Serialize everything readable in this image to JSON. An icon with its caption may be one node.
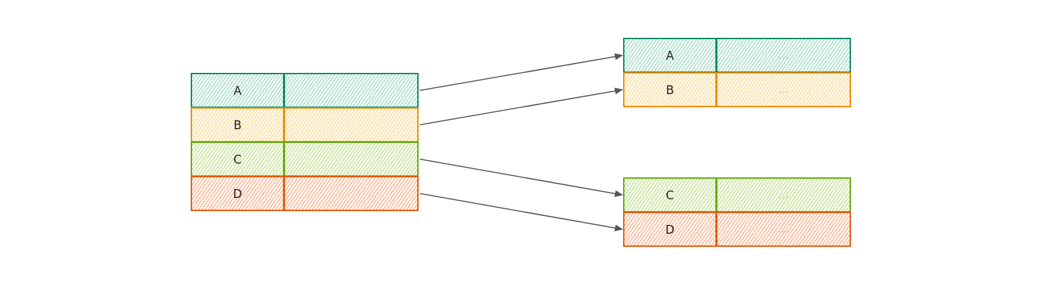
{
  "diagram": {
    "nodes": [
      {
        "text": [
          "A"
        ]
      },
      {
        "text": [],
        "shape": "box"
      },
      {
        "text": [
          "B"
        ]
      },
      {
        "text": [],
        "shape": "box"
      },
      {
        "text": [
          "C"
        ]
      },
      {
        "text": [],
        "shape": "box"
      },
      {
        "text": [
          "D"
        ]
      },
      {
        "text": [],
        "shape": "box"
      },
      {
        "text": [
          "A"
        ]
      },
      {
        "text": [
          "..."
        ]
      },
      {
        "text": [
          "B"
        ]
      },
      {
        "text": [
          "..."
        ]
      },
      {
        "text": [
          "C"
        ]
      },
      {
        "text": [
          "..."
        ]
      },
      {
        "text": [
          "D"
        ]
      },
      {
        "text": [
          "..."
        ]
      }
    ],
    "edges": [
      {
        "from": 1,
        "to": 8,
        "arrow": "to"
      },
      {
        "from": 3,
        "to": 10,
        "arrow": "to"
      },
      {
        "from": 5,
        "to": 12,
        "arrow": "to"
      },
      {
        "from": 7,
        "to": 14,
        "arrow": "to"
      }
    ]
  }
}
